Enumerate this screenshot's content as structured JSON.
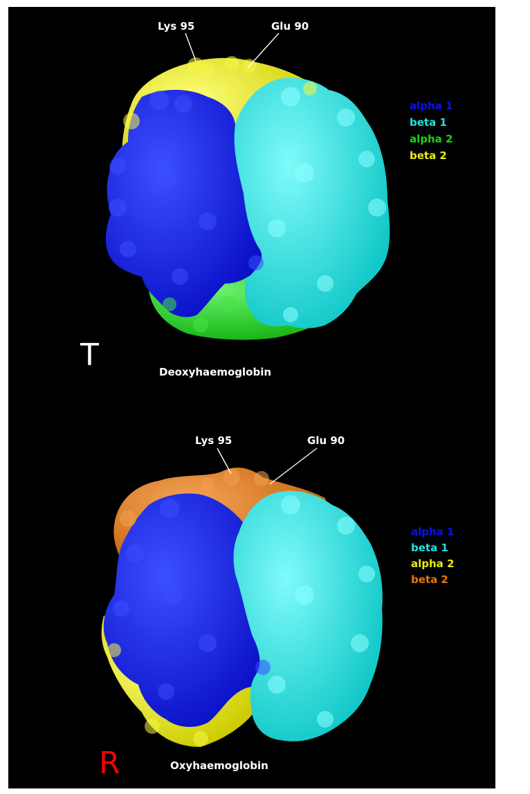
{
  "colors": {
    "alpha1": "#0a14e6",
    "beta1": "#1fe3e3",
    "green": "#19d619",
    "yellow": "#ecec12",
    "orange": "#e3780f",
    "white": "#ffffff",
    "red": "#ff0000"
  },
  "deoxy": {
    "state_letter": "T",
    "name": "Deoxyhaemoglobin",
    "annotations": [
      "Lys 95",
      "Glu 90"
    ],
    "legend": [
      {
        "label": "alpha 1",
        "color": "#0a14e6"
      },
      {
        "label": "beta 1",
        "color": "#1fe3e3"
      },
      {
        "label": "alpha 2",
        "color": "#19d619"
      },
      {
        "label": "beta 2",
        "color": "#ecec12"
      }
    ]
  },
  "oxy": {
    "state_letter": "R",
    "name": "Oxyhaemoglobin",
    "annotations": [
      "Lys 95",
      "Glu 90"
    ],
    "legend": [
      {
        "label": "alpha 1",
        "color": "#0a14e6"
      },
      {
        "label": "beta 1",
        "color": "#1fe3e3"
      },
      {
        "label": "alpha 2",
        "color": "#ecec12"
      },
      {
        "label": "beta 2",
        "color": "#e3780f"
      }
    ]
  }
}
